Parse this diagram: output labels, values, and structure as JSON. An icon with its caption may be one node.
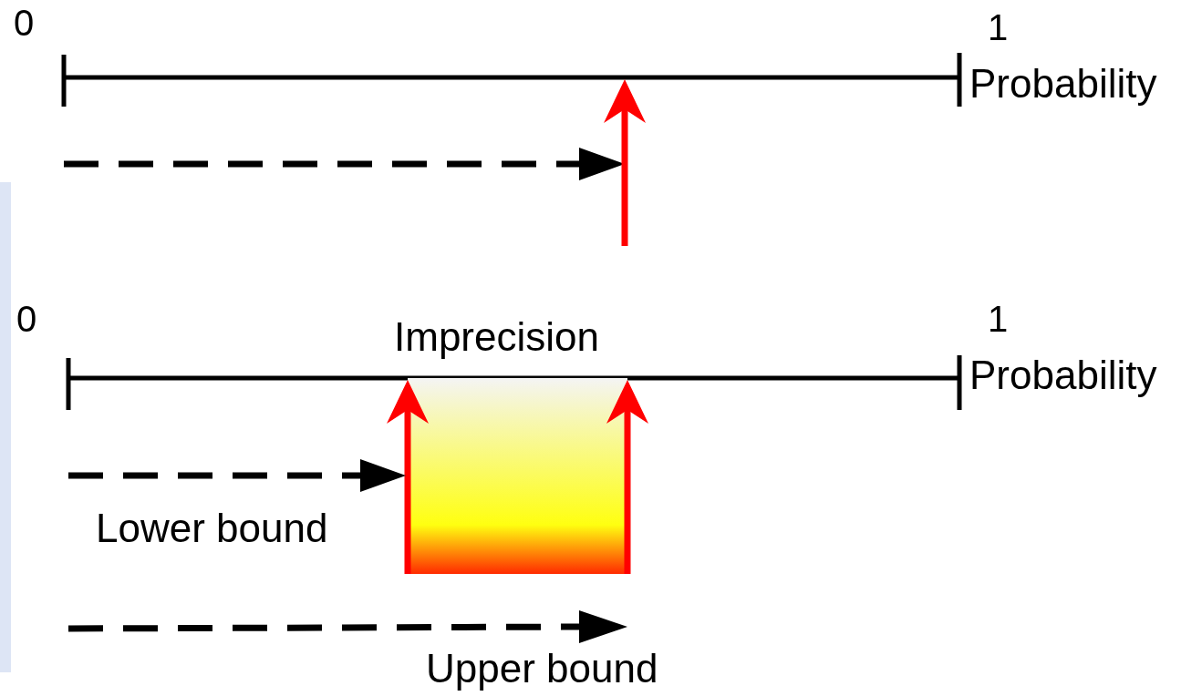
{
  "diagram": {
    "labels": [
      "0",
      "1",
      "Probability",
      "0",
      "1",
      "Imprecision",
      "Probability",
      "Lower bound",
      "Upper bound"
    ]
  }
}
